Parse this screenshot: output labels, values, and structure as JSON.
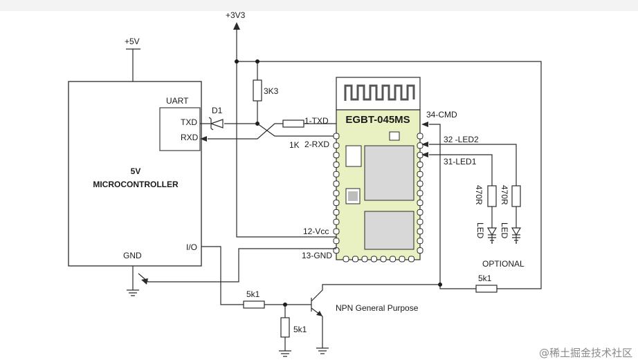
{
  "supply": {
    "v33": "+3V3",
    "v5": "+5V"
  },
  "mcu": {
    "title_line1": "5V",
    "title_line2": "MICROCONTROLLER",
    "uart": "UART",
    "txd": "TXD",
    "rxd": "RXD",
    "gnd": "GND",
    "io": "I/O"
  },
  "parts": {
    "d1": "D1",
    "r_pullup": "3K3",
    "r_rxd": "1K",
    "r_base": "5k1",
    "r_pulldown": "5k1",
    "r_cmd": "5k1",
    "r_led1": "470R",
    "r_led2": "470R",
    "led1": "LED",
    "led2": "LED",
    "optional": "OPTIONAL",
    "transistor": "NPN General Purpose"
  },
  "module": {
    "name": "EGBT-045MS",
    "pin_txd": "1-TXD",
    "pin_rxd": "2-RXD",
    "pin_vcc": "12-Vcc",
    "pin_gnd": "13-GND",
    "pin_cmd": "34-CMD",
    "pin_led2": "32 -LED2",
    "pin_led1": "31-LED1"
  },
  "watermark": "@稀土掘金技术社区",
  "colors": {
    "module_green": "#e9f0c2",
    "chip_gray": "#d8d8d8",
    "pad_fill": "#ffffff",
    "wire": "#2a2a2a"
  }
}
